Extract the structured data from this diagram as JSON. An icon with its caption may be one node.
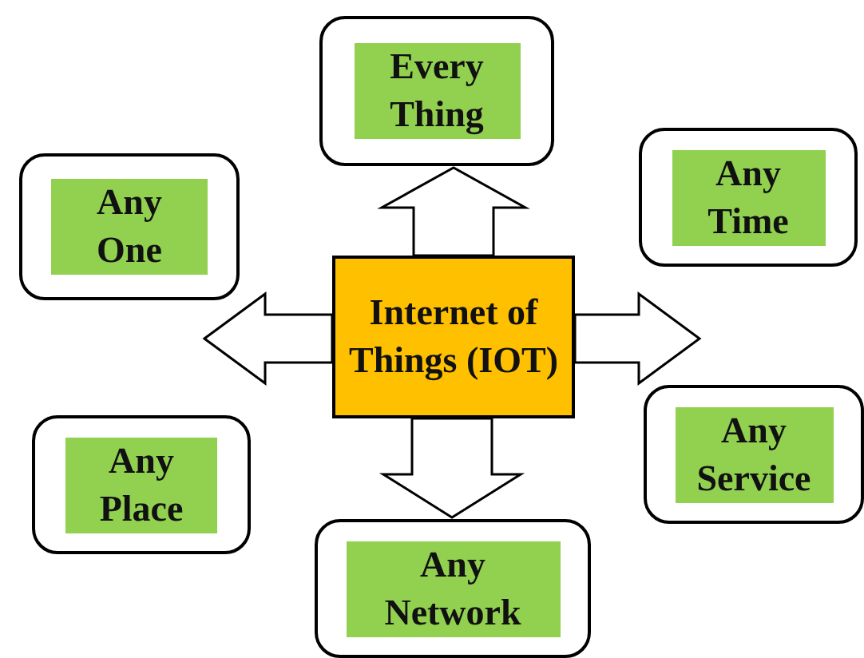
{
  "diagram": {
    "nodes": [
      {
        "text": [
          "Internet of Things (IOT)"
        ]
      },
      {
        "text": [
          "Every Thing"
        ]
      },
      {
        "text": [
          "Any One"
        ]
      },
      {
        "text": [
          "Any Time"
        ]
      },
      {
        "text": [
          "Any Place"
        ]
      },
      {
        "text": [
          "Any Service"
        ]
      },
      {
        "text": [
          "Any Network"
        ]
      }
    ],
    "edges": [
      {
        "from": 0,
        "to": 1,
        "arrow": "to"
      },
      {
        "from": 0,
        "to": null,
        "arrow": "to"
      },
      {
        "from": 0,
        "to": null,
        "arrow": "to"
      },
      {
        "from": 0,
        "to": 6,
        "arrow": "to"
      }
    ]
  }
}
